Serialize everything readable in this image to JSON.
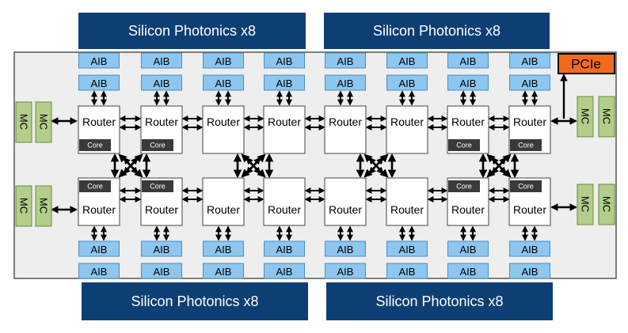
{
  "photonics_label": "Silicon Photonics x8",
  "aib_label": "AIB",
  "router_label": "Router",
  "core_label": "Core",
  "mc_label": "MC",
  "pcie_label": "PCIe",
  "colors": {
    "photonics_fill": "#0e3f74",
    "aib_fill": "#8dc6ef",
    "aib_stroke": "#4a8ec4",
    "mc_fill": "#b3cd8a",
    "mc_stroke": "#6a8a3f",
    "pcie_fill": "#f26b1d",
    "core_fill": "#3a3a3a",
    "die_fill": "#eeeeee",
    "arrow": "#000000"
  }
}
